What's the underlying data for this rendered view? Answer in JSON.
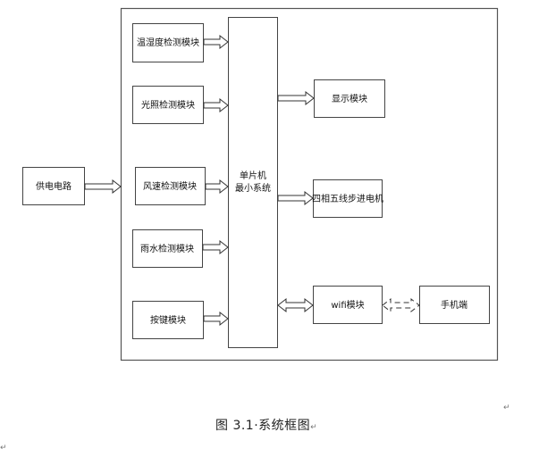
{
  "diagram": {
    "title": "系统框图",
    "caption": "图 3.1·系统框图",
    "paragraph_mark": "↵",
    "mcu": {
      "line1": "单片机",
      "line2": "最小系统"
    },
    "power": {
      "label": "供电电路"
    },
    "inputs": [
      {
        "label": "温湿度检测模块"
      },
      {
        "label": "光照检测模块"
      },
      {
        "label": "风速检测模块"
      },
      {
        "label": "雨水检测模块"
      },
      {
        "label": "按键模块"
      }
    ],
    "outputs": [
      {
        "label": "显示模块"
      },
      {
        "label": "四相五线步进电机"
      },
      {
        "label": "wifi模块"
      }
    ],
    "remote": {
      "label": "手机端"
    },
    "connections": [
      {
        "from": "供电电路",
        "to": "system",
        "type": "one-way"
      },
      {
        "from": "温湿度检测模块",
        "to": "单片机最小系统",
        "type": "one-way"
      },
      {
        "from": "光照检测模块",
        "to": "单片机最小系统",
        "type": "one-way"
      },
      {
        "from": "风速检测模块",
        "to": "单片机最小系统",
        "type": "one-way"
      },
      {
        "from": "雨水检测模块",
        "to": "单片机最小系统",
        "type": "one-way"
      },
      {
        "from": "按键模块",
        "to": "单片机最小系统",
        "type": "one-way"
      },
      {
        "from": "单片机最小系统",
        "to": "显示模块",
        "type": "one-way"
      },
      {
        "from": "单片机最小系统",
        "to": "四相五线步进电机",
        "type": "one-way"
      },
      {
        "from": "单片机最小系统",
        "to": "wifi模块",
        "type": "two-way"
      },
      {
        "from": "wifi模块",
        "to": "手机端",
        "type": "two-way-dashed"
      }
    ],
    "colors": {
      "stroke": "#333333",
      "box_stroke": "#444444",
      "background": "#ffffff"
    }
  }
}
